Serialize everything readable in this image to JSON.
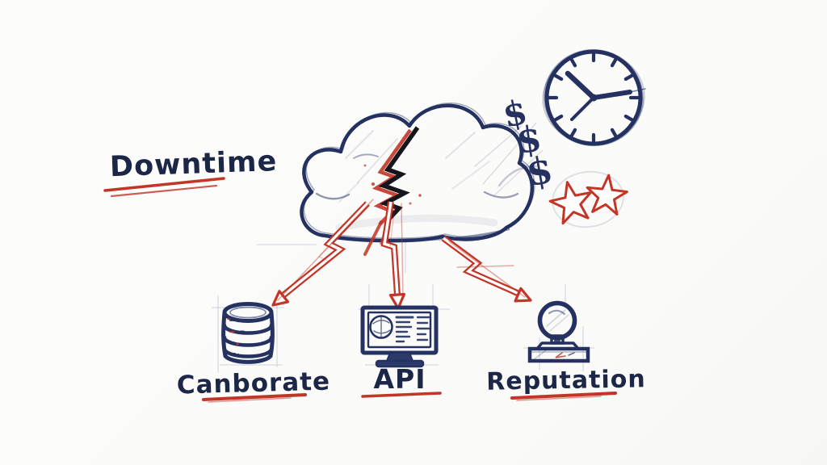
{
  "colors": {
    "paper": "#fbfbf9",
    "ink_navy": "#243161",
    "text_navy": "#1c2647",
    "ink_black": "#15151d",
    "accent_red": "#c23527",
    "pencil_gray": "#a6b2c6"
  },
  "diagram": {
    "type": "hand-drawn-sketch",
    "title": {
      "text": "Downtime"
    },
    "cloud": {
      "symbol": "storm-cloud-with-lightning-crack"
    },
    "clock": {
      "symbol": "analog-clock"
    },
    "dollar_signs": [
      "$",
      "$",
      "$"
    ],
    "stars": {
      "count": 2,
      "color": "#c23527"
    },
    "impacts": [
      {
        "id": "database",
        "icon": "database-cylinder",
        "label": "Canborate"
      },
      {
        "id": "api",
        "icon": "monitor-screen",
        "label": "API"
      },
      {
        "id": "reputation",
        "icon": "rubber-stamp",
        "label": "Reputation"
      }
    ]
  }
}
